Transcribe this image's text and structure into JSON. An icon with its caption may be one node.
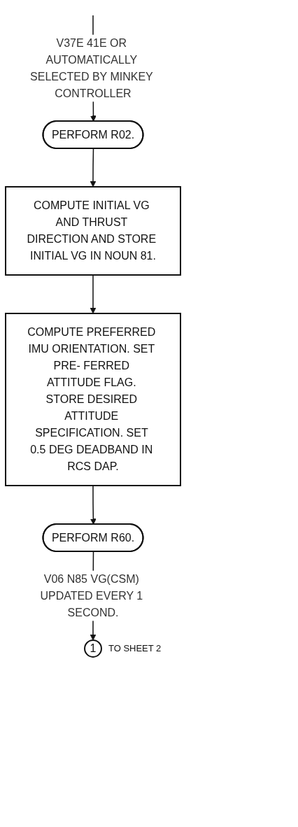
{
  "diagram": {
    "nodes": [
      {
        "text": [
          "PERFORM R02."
        ]
      },
      {
        "text": [
          "COMPUTE INITIAL VG AND THRUST DIRECTION AND STORE INITIAL VG IN NOUN 81."
        ]
      },
      {
        "text": [
          "COMPUTE PREFERRED IMU ORIENTATION. SET PRE- FERRED ATTITUDE FLAG. STORE DESIRED ATTITUDE SPECIFICATION. SET 0.5 DEG DEADBAND IN RCS DAP."
        ]
      },
      {
        "text": [
          "PERFORM R60."
        ]
      },
      {
        "text": [
          "1"
        ],
        "beside": [
          "TO SHEET 2"
        ]
      }
    ],
    "edges": [
      {
        "from": null,
        "to": 0,
        "arrow": "to",
        "label": "V37E 41E OR AUTOMATICALLY SELECTED BY MINKEY CONTROLLER"
      },
      {
        "from": 0,
        "to": 1,
        "arrow": "to"
      },
      {
        "from": 1,
        "to": 2,
        "arrow": "to"
      },
      {
        "from": 2,
        "to": 3,
        "arrow": "to"
      },
      {
        "from": 3,
        "to": 4,
        "arrow": "to",
        "label": "V06 N85 VG(CSM) UPDATED EVERY 1 SECOND."
      }
    ]
  }
}
